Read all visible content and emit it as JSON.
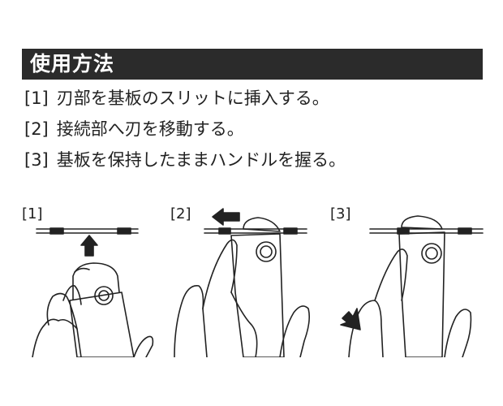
{
  "section": {
    "title": "使用方法"
  },
  "steps": [
    {
      "num": "[1]",
      "text": "刃部を基板のスリットに挿入する。"
    },
    {
      "num": "[2]",
      "text": "接続部へ刃を移動する。"
    },
    {
      "num": "[3]",
      "text": "基板を保持したままハンドルを握る。"
    }
  ],
  "illustrations": {
    "panels": [
      {
        "label": "[1]"
      },
      {
        "label": "[2]"
      },
      {
        "label": "[3]"
      }
    ]
  }
}
